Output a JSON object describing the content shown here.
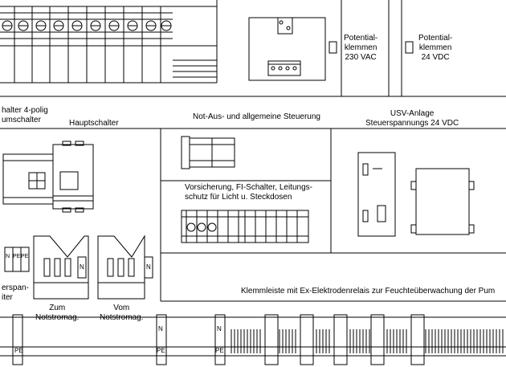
{
  "labels": {
    "top_potential_230": [
      "Potential-",
      "klemmen",
      "230 VAC"
    ],
    "top_potential_24": [
      "Potential-",
      "klemmen",
      "24 VDC"
    ],
    "left_switch": [
      "halter 4-polig",
      "umschalter"
    ],
    "hauptschalter": "Hauptschalter",
    "not_aus": "Not-Aus- und allgemeine Steuerung",
    "usv": [
      "USV-Anlage",
      "Steuerspannungs 24 VDC"
    ],
    "vorsicherung": [
      "Vorsicherung, FI-Schalter, Leitungs-",
      "schutz für Licht u. Steckdosen"
    ],
    "klemmleiste": "Klemmleiste mit Ex-Elektrodenrelais zur Feuchteüberwachung der Pum",
    "left_terminal": [
      "erspan-",
      "iter"
    ],
    "zum": [
      "Zum",
      "Notstromag."
    ],
    "vom": [
      "Vom",
      "Notstromag."
    ],
    "npe_small": [
      "N",
      "PE",
      "PE"
    ],
    "n_marks": [
      "N",
      "N",
      "N",
      "N"
    ],
    "pe_marks": [
      "PE",
      "PE",
      "PE"
    ]
  }
}
